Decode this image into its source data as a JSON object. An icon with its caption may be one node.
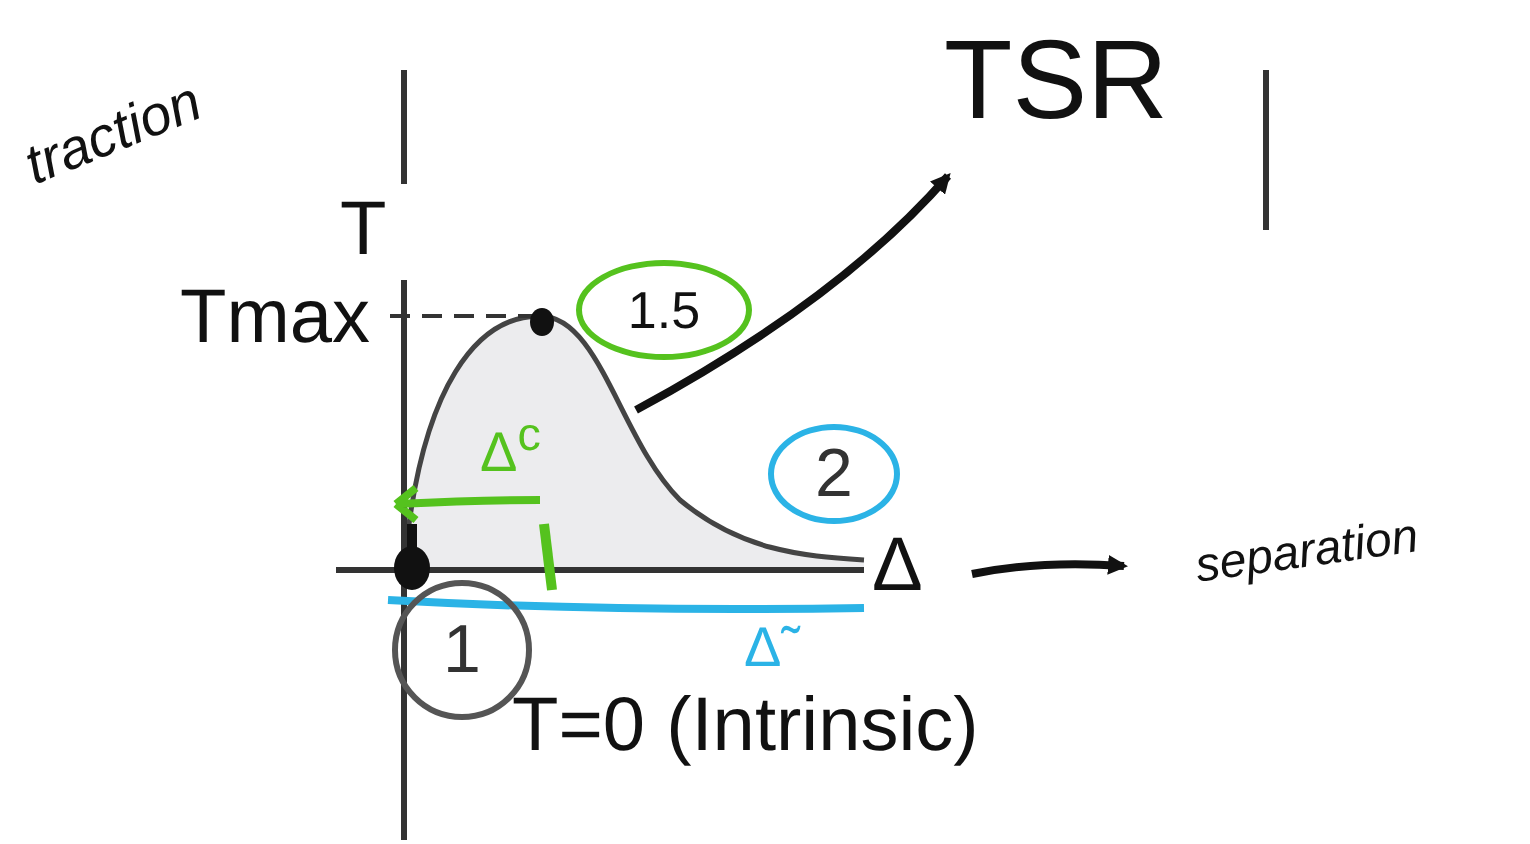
{
  "diagram": {
    "nodes": [
      {
        "text": [
          "TSR"
        ]
      },
      {
        "text": [
          "Δ"
        ]
      },
      {
        "text": [
          "separation"
        ]
      },
      {
        "text": [],
        "shape": "picture"
      }
    ],
    "edges": [
      {
        "from": 3,
        "to": 0,
        "arrow": "to"
      },
      {
        "from": 1,
        "to": 2,
        "arrow": "to"
      }
    ],
    "labels": [
      "traction",
      "T",
      "Tmax",
      "1.5",
      "Δ$^{c}$",
      "2",
      "1",
      "Δ̃",
      "T=0 (Intrinsic)"
    ]
  }
}
